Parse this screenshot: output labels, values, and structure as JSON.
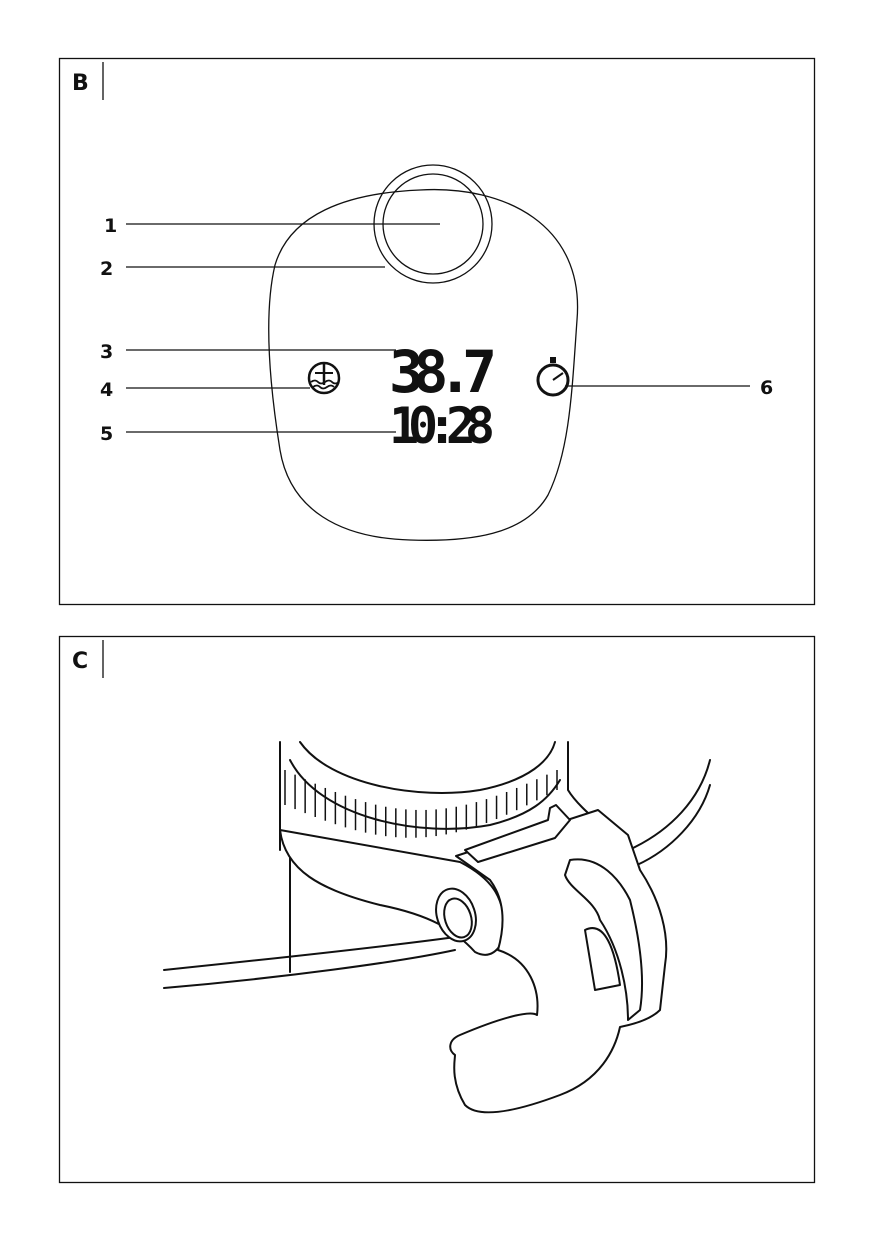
{
  "panel_b": {
    "letter": "B",
    "callouts": [
      "1",
      "2",
      "3",
      "4",
      "5",
      "6"
    ],
    "display": {
      "temperature": "38.7",
      "time": "10:28"
    }
  },
  "panel_c": {
    "letter": "C"
  }
}
